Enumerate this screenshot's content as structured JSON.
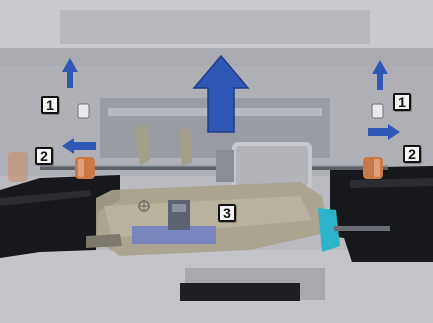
{
  "figure": {
    "description_labels": [],
    "callouts": {
      "left_top": "1",
      "left_bottom": "2",
      "right_top": "1",
      "right_bottom": "2",
      "center": "3"
    },
    "colors": {
      "arrow_blue": "#2f57b5",
      "frame_gray": "#9ea0a7",
      "dark_frame": "#17181c",
      "unit_beige": "#a8a28d",
      "accent_teal": "#2bb3c9",
      "bushing_orange": "#c9784a"
    },
    "icons": {
      "main_arrow": "arrow-up-icon",
      "small_up_arrows": "arrow-up-icon",
      "side_arrows": "arrow-horizontal-icon"
    }
  }
}
